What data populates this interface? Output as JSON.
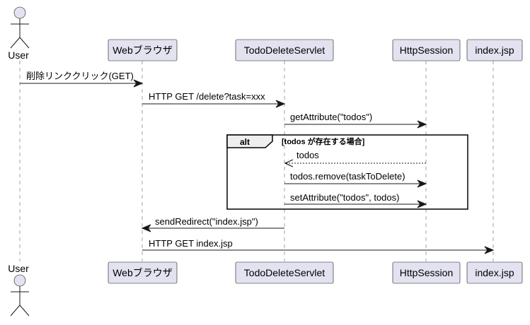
{
  "participants": {
    "user": "User",
    "browser": "Webブラウザ",
    "servlet": "TodoDeleteServlet",
    "session": "HttpSession",
    "jsp": "index.jsp"
  },
  "messages": {
    "m1": "削除リンククリック(GET)",
    "m2": "HTTP GET /delete?task=xxx",
    "m3": "getAttribute(\"todos\")",
    "m4": "todos",
    "m5": "todos.remove(taskToDelete)",
    "m6": "setAttribute(\"todos\", todos)",
    "m7": "sendRedirect(\"index.jsp\")",
    "m8": "HTTP GET index.jsp"
  },
  "alt": {
    "keyword": "alt",
    "condition": "[todos が存在する場合]"
  }
}
